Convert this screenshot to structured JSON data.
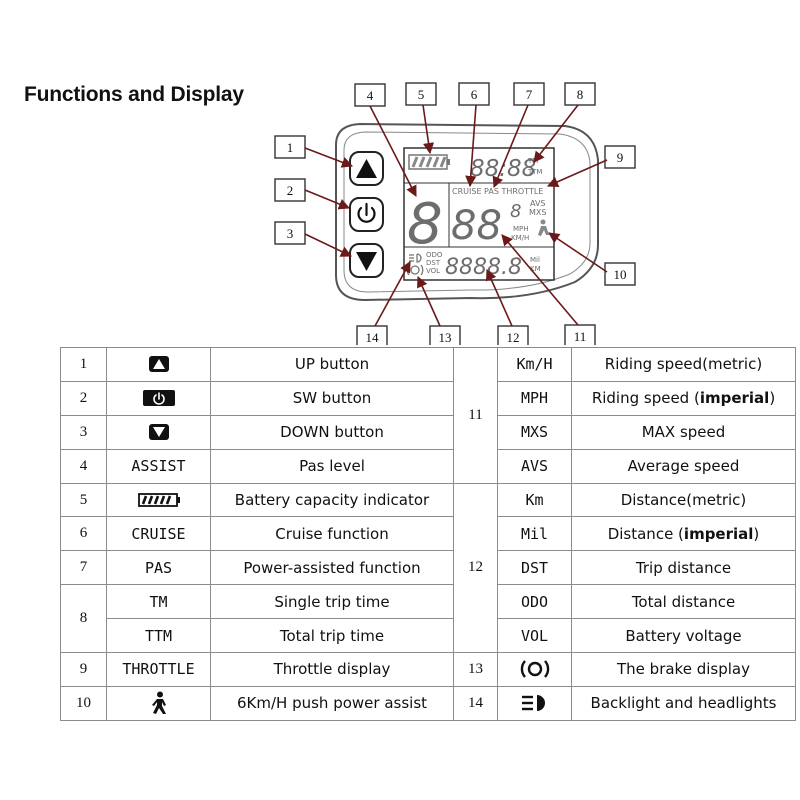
{
  "title": "Functions and Display",
  "diagram": {
    "callouts": [
      "1",
      "2",
      "3",
      "4",
      "5",
      "6",
      "7",
      "8",
      "9",
      "10",
      "11",
      "12",
      "13",
      "14"
    ],
    "lcd": {
      "time": "88:88",
      "tm": "TM",
      "ttm": "TTM",
      "mode_line": "CRUISE PAS THROTTLE",
      "assist_digit": "8",
      "speed_digits": "88",
      "speed_small": "8",
      "avs": "AVS",
      "mxs": "MXS",
      "mph": "MPH",
      "kmh": "KM/H",
      "odo": "ODO",
      "dst": "DST",
      "vol": "VOL",
      "distance_digits": "8888.8",
      "mil": "Mil",
      "km": "KM"
    }
  },
  "table_left": [
    {
      "num": "1",
      "symbol": "up-triangle-icon",
      "desc": "UP button"
    },
    {
      "num": "2",
      "symbol": "power-icon",
      "desc": "SW button"
    },
    {
      "num": "3",
      "symbol": "down-triangle-icon",
      "desc": "DOWN button"
    },
    {
      "num": "4",
      "code": "ASSIST",
      "desc": "Pas level"
    },
    {
      "num": "5",
      "symbol": "battery-icon",
      "desc": "Battery capacity indicator"
    },
    {
      "num": "6",
      "code": "CRUISE",
      "desc": "Cruise function"
    },
    {
      "num": "7",
      "code": "PAS",
      "desc": "Power-assisted function"
    },
    {
      "num": "8",
      "code": "TM",
      "desc": "Single trip time"
    },
    {
      "code": "TTM",
      "desc": "Total trip time"
    },
    {
      "num": "9",
      "code": "THROTTLE",
      "desc": "Throttle display"
    },
    {
      "num": "10",
      "symbol": "walking-person-icon",
      "desc": "6Km/H push power assist"
    }
  ],
  "table_right": [
    {
      "num": "11",
      "code": "Km/H",
      "desc": "Riding speed(metric)"
    },
    {
      "code": "MPH",
      "desc_pre": "Riding speed (",
      "desc_bold": "imperial",
      "desc_post": ")"
    },
    {
      "code": "MXS",
      "desc": "MAX speed"
    },
    {
      "code": "AVS",
      "desc": "Average speed"
    },
    {
      "num": "12",
      "code": "Km",
      "desc": "Distance(metric)"
    },
    {
      "code": "Mil",
      "desc_pre": "Distance (",
      "desc_bold": "imperial",
      "desc_post": ")"
    },
    {
      "code": "DST",
      "desc": "Trip distance"
    },
    {
      "code": "ODO",
      "desc": "Total distance"
    },
    {
      "code": "VOL",
      "desc": "Battery voltage"
    },
    {
      "num": "13",
      "symbol": "brake-icon",
      "desc": "The brake display"
    },
    {
      "num": "14",
      "symbol": "headlight-icon",
      "desc": "Backlight and headlights"
    }
  ]
}
